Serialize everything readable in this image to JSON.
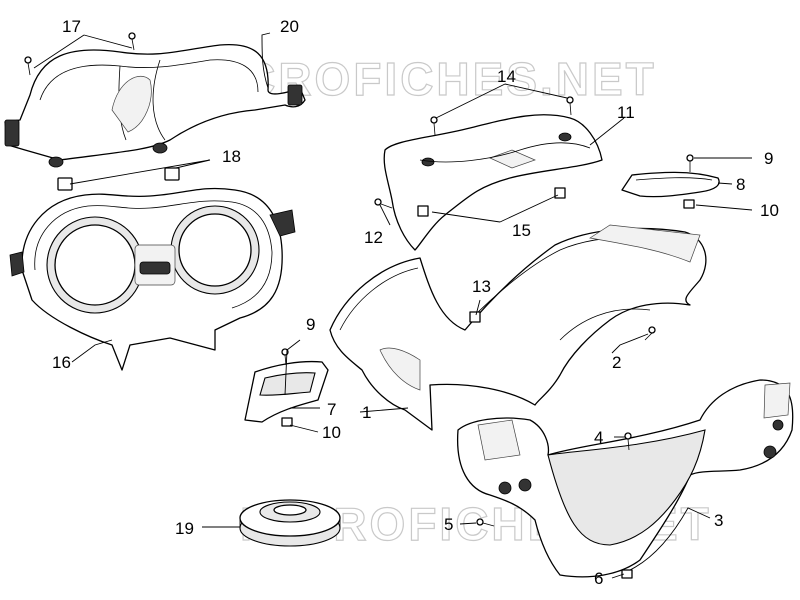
{
  "watermark": "MICROFICHES.NET",
  "callouts": [
    "1",
    "2",
    "3",
    "4",
    "5",
    "6",
    "7",
    "8",
    "9",
    "9",
    "10",
    "10",
    "11",
    "12",
    "13",
    "14",
    "15",
    "16",
    "17",
    "18",
    "19",
    "20"
  ]
}
